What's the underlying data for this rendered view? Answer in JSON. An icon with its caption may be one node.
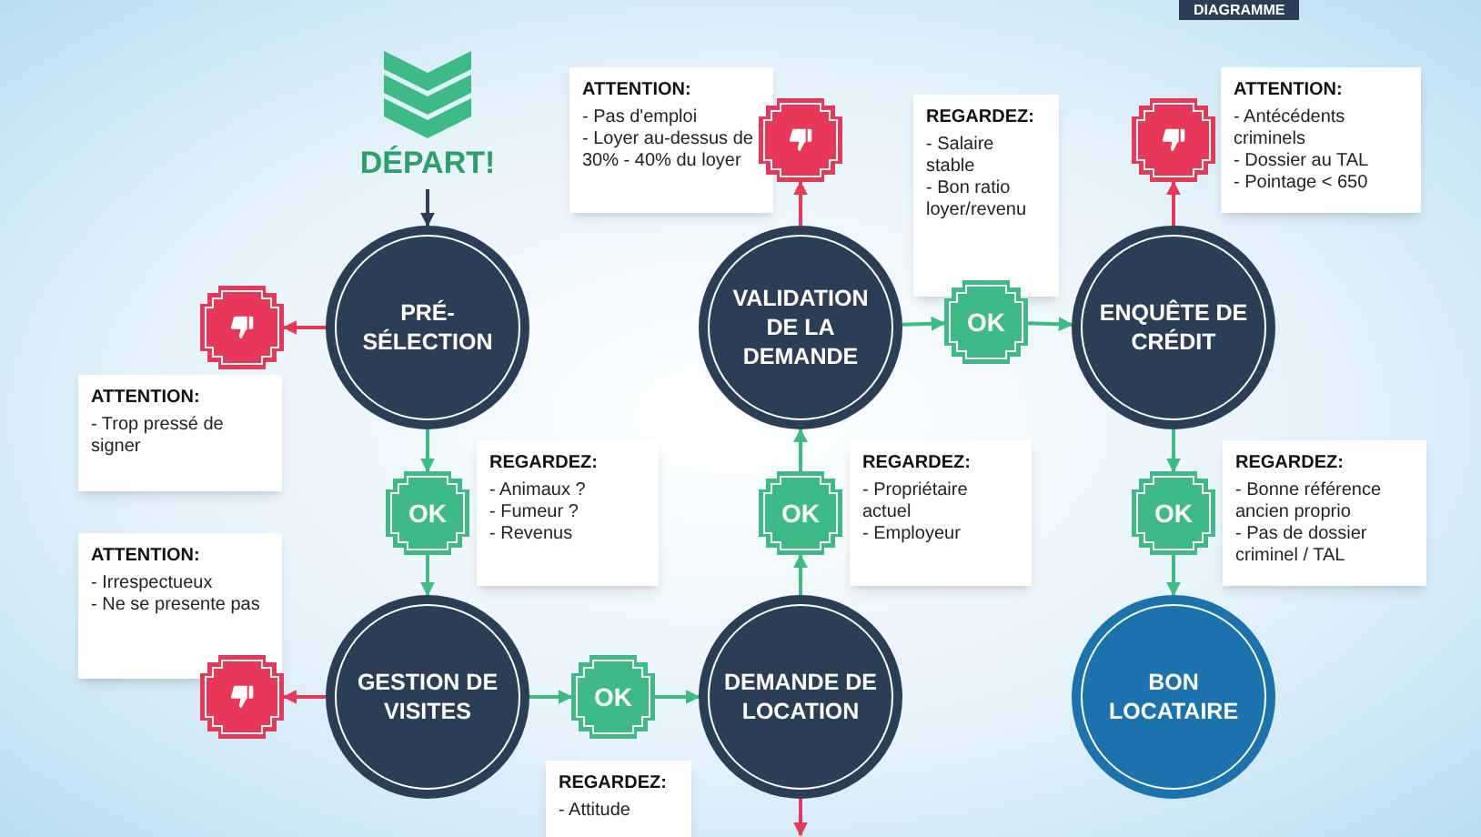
{
  "diagram": {
    "nodes": [
      {
        "text": [
          "DÉPART!"
        ]
      },
      {
        "text": [
          "ATTENTION:",
          "- Pas d'emploi",
          "- Loyer au-dessus de 30% - 40% du loyer"
        ]
      },
      {
        "text": [],
        "shape": "octagon"
      },
      {
        "text": [
          "REGARDEZ:",
          "- Salaire stable",
          "- Bon ratio loyer/revenu"
        ]
      },
      {
        "text": [],
        "shape": "octagon"
      },
      {
        "text": [
          "ATTENTION:",
          "- Antécédents criminels",
          "- Dossier au TAL",
          "- Pointage < 650"
        ]
      },
      {
        "text": [
          "PRÉ- SÉLECTION"
        ]
      },
      {
        "text": [],
        "shape": "octagon"
      },
      {
        "text": [
          "VALIDATION DE LA DEMANDE"
        ]
      },
      {
        "text": [
          "OK"
        ]
      },
      {
        "text": [
          "ENQUÊTE DE CRÉDIT"
        ]
      },
      {
        "text": [
          "ATTENTION:",
          "- Trop pressé de signer"
        ]
      },
      {
        "text": [
          "OK"
        ]
      },
      {
        "text": [
          "REGARDEZ:",
          "- Animaux ?",
          "- Fumeur ?",
          "- Revenus"
        ]
      },
      {
        "text": [
          "OK"
        ]
      },
      {
        "text": [
          "REGARDEZ:",
          "- Propriétaire actuel",
          "- Employeur"
        ]
      },
      {
        "text": [
          "OK"
        ]
      },
      {
        "text": [
          "REGARDEZ:",
          "- Bonne référence ancien proprio",
          "- Pas de dossier criminel / TAL"
        ]
      },
      {
        "text": [
          "ATTENTION:",
          "- Irrespectueux",
          "- Ne se presente pas"
        ]
      },
      {
        "text": [],
        "shape": "octagon"
      },
      {
        "text": [
          "GESTION DE VISITES"
        ]
      },
      {
        "text": [
          "OK"
        ]
      },
      {
        "text": [
          "DEMANDE DE LOCATION"
        ]
      },
      {
        "text": [
          "BON LOCATAIRE"
        ]
      },
      {
        "text": [
          "REGARDEZ:",
          "- Attitude"
        ]
      }
    ],
    "edges": [
      {
        "from": 0,
        "to": 6,
        "arrow": "to",
        "color": "#2c3e55"
      },
      {
        "from": 6,
        "to": 7,
        "arrow": "to",
        "color": "#e8385a"
      },
      {
        "from": 6,
        "to": 12,
        "arrow": "to"
      },
      {
        "from": 12,
        "to": 20,
        "arrow": "to"
      },
      {
        "from": 20,
        "to": 19,
        "arrow": "to",
        "color": "#e8385a"
      },
      {
        "from": 20,
        "to": 21,
        "arrow": "to"
      },
      {
        "from": 21,
        "to": 22,
        "arrow": "to"
      },
      {
        "from": 22,
        "to": 14,
        "arrow": "to"
      },
      {
        "from": 14,
        "to": 8,
        "arrow": "to"
      },
      {
        "from": 8,
        "to": 2,
        "arrow": "to",
        "color": "#e8385a"
      },
      {
        "from": 8,
        "to": 9,
        "arrow": "to"
      },
      {
        "from": 9,
        "to": 10,
        "arrow": "to"
      },
      {
        "from": 10,
        "to": 4,
        "arrow": "to",
        "color": "#e8385a"
      },
      {
        "from": 10,
        "to": 16,
        "arrow": "to"
      },
      {
        "from": 16,
        "to": 23,
        "arrow": "to"
      },
      {
        "from": 22,
        "to": null,
        "arrow": "to",
        "color": "#e8385a"
      }
    ],
    "labels": [
      "DIAGRAMME"
    ]
  }
}
